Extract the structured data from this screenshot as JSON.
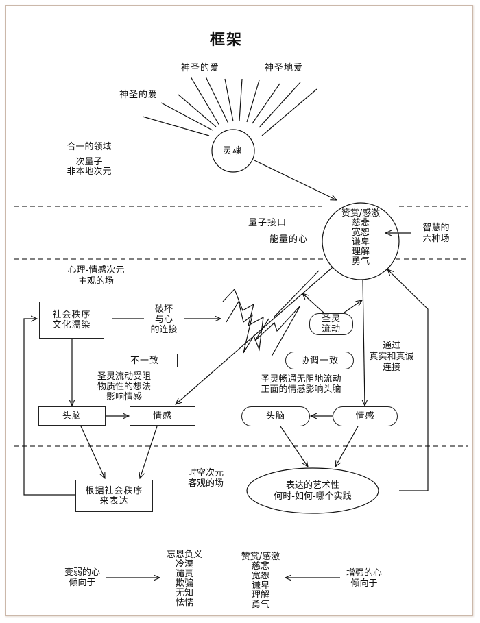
{
  "title": "框架",
  "top": {
    "divine_love_left": "神圣的爱",
    "divine_love_center": "神圣的爱",
    "divine_love_right": "神圣地爱",
    "soul": "灵魂",
    "unity_domain": [
      "合一的领域",
      "次量子",
      "非本地次元"
    ]
  },
  "heart": {
    "quantum_interface": "量子接口",
    "energetic_heart": "能量的心",
    "qualities": [
      "赞赏/感激",
      "慈悲",
      "宽恕",
      "谦卑",
      "理解",
      "勇气"
    ],
    "six_fields": [
      "智慧的",
      "六种场"
    ]
  },
  "psycho_emotional": {
    "dimension_label": [
      "心理-情感次元",
      "主观的场"
    ],
    "social_order_box": [
      "社会秩序",
      "文化濡染"
    ],
    "disrupt_label": [
      "破坏",
      "与心",
      "的连接"
    ],
    "spirit_flow_pill": [
      "圣灵",
      "流动"
    ],
    "incoherent_box": "不一致",
    "blocked_text": [
      "圣灵流动受阻",
      "物质性的想法",
      "影响情感"
    ],
    "coherent_pill": "协调一致",
    "flowing_text": [
      "圣灵畅通无阻地流动",
      "正面的情感影响头脑"
    ],
    "connect_text": [
      "通过",
      "真实和真诚",
      "连接"
    ],
    "left_head": "头脑",
    "left_emotion": "情感",
    "right_head": "头脑",
    "right_emotion": "情感"
  },
  "spacetime": {
    "dimension_label": [
      "时空次元",
      "客观的场"
    ],
    "express_box": [
      "根据社会秩序",
      "来表达"
    ],
    "art_ellipse": [
      "表达的艺术性",
      "何时-如何-哪个实践"
    ]
  },
  "bottom": {
    "weakened_heart": [
      "变弱的心",
      "倾向于"
    ],
    "negative_qualities": [
      "忘恩负义",
      "冷漠",
      "谴责",
      "欺骗",
      "无知",
      "怯懦"
    ],
    "positive_qualities": [
      "赞赏/感激",
      "慈悲",
      "宽恕",
      "谦卑",
      "理解",
      "勇气"
    ],
    "strengthened_heart": [
      "增强的心",
      "倾向于"
    ]
  },
  "colors": {
    "frame": "#cbb8aa",
    "ink": "#111111",
    "dash": "#333333"
  }
}
